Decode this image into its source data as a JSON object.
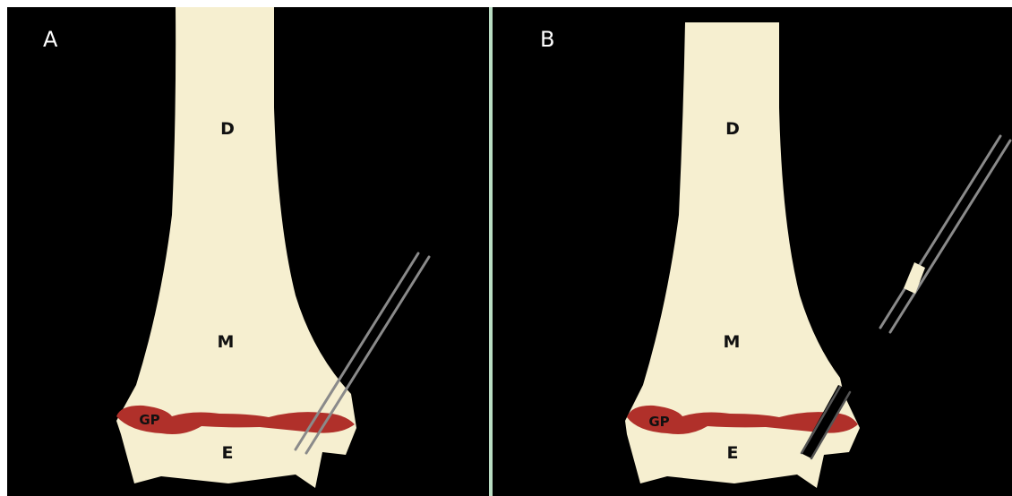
{
  "colors": {
    "background": "#000000",
    "bone": "#f6efd0",
    "growth_plate": "#b0302a",
    "instrument": "#8a8a8a",
    "divider": "#b9dcc2"
  },
  "panels": [
    {
      "letter": "A",
      "labels": {
        "diaphysis": "D",
        "metaphysis": "M",
        "growth_plate": "GP",
        "epiphysis": "E"
      },
      "instrument": "needle-crossing-growth-plate"
    },
    {
      "letter": "B",
      "labels": {
        "diaphysis": "D",
        "metaphysis": "M",
        "growth_plate": "GP",
        "epiphysis": "E"
      },
      "instrument": "needle-withdrawn-with-core-sample"
    }
  ]
}
